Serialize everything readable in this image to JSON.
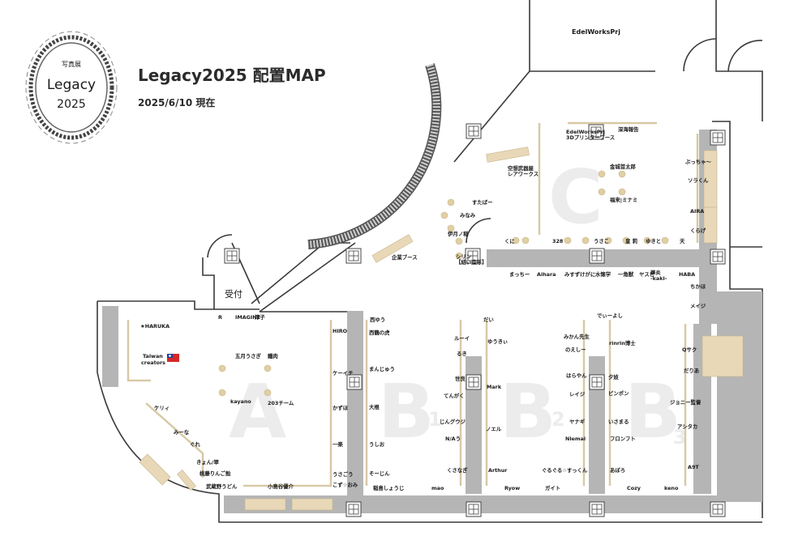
{
  "header": {
    "logo_kanji": "写真展",
    "logo_name": "Legacy",
    "logo_year": "2025",
    "title": "Legacy2025 配置MAP",
    "date": "2025/6/10 現在"
  },
  "rooms": {
    "edelworks": "EdelWorksPrj",
    "reception": "受付"
  },
  "zones": {
    "a": "A",
    "b": "B",
    "b1": "1",
    "b2": "2",
    "b3": "3",
    "c": "C"
  },
  "flag_label": [
    "Taiwan",
    "creators"
  ],
  "exhibitors": [
    "EdelWorksPrj\n3Dプリンターブース",
    "深海報告",
    "空想武器屋\nレアワークス",
    "金城首太郎",
    "福来|ミナミ",
    "すたばー",
    "みなみ",
    "伊月ノ稲",
    "シリン\n【結い造形】",
    "企業ブース",
    "くに",
    "328",
    "うさこ",
    "皇 莉",
    "ゆきと",
    "天",
    "ぷっちゃ〜",
    "ソラくん",
    "AIRA",
    "くらげ",
    "まっちー",
    "Aihara",
    "みすずけがに",
    "水懐学",
    "一角獣",
    "ヤスピ",
    "華炎\n-kaki-",
    "HABA",
    "ちかほ",
    "メイジ",
    "★HARUKA",
    "R",
    "IMAGINE",
    "淳子",
    "HIRO",
    "ケーイチ",
    "かずほ",
    "一楽",
    "うさごう",
    "こず☆おみ",
    "五月うさぎ",
    "鐵肉",
    "kayano",
    "203チーム",
    "ケリィ",
    "みーな",
    "ぐれ",
    "きょん/翠",
    "桃藤りんご飴",
    "武蔵野うどん",
    "小鳥谷優介",
    "西ゆう",
    "西鶴の虎",
    "まんじゅう",
    "大根",
    "うしお",
    "そーじん",
    "稲島しょうじ",
    "ルーイ",
    "るき",
    "世良",
    "てんがく",
    "じんグウジ",
    "N/Aう",
    "くさなぎ",
    "mao",
    "だい",
    "ゆうきぃ",
    "Mark",
    "ノエル",
    "Arthur",
    "Ryow",
    "ガイト",
    "みかん先生",
    "のえしー",
    "はらやん",
    "レイジ",
    "ヤナギ",
    "Nlemal",
    "ぐるぐる☆すっくん",
    "でぃーよし",
    "rinrin博士",
    "夕妓",
    "ピンポン",
    "いさまる",
    "フロンフト",
    "あぽろ",
    "Cozy",
    "keno",
    "Qサク",
    "だりあ",
    "ジョニー監督",
    "アシタカ",
    "A9T"
  ]
}
